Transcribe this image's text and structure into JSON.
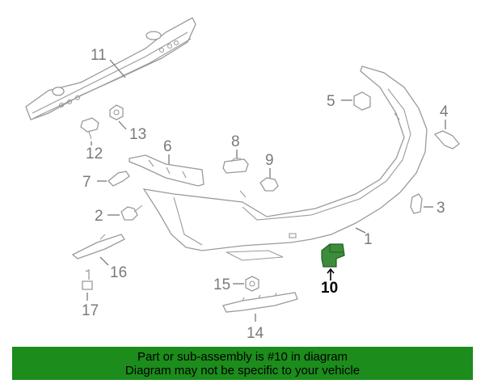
{
  "callouts": {
    "c1": "1",
    "c2": "2",
    "c3": "3",
    "c4": "4",
    "c5": "5",
    "c6": "6",
    "c7": "7",
    "c8": "8",
    "c9": "9",
    "c10": "10",
    "c11": "11",
    "c12": "12",
    "c13": "13",
    "c14": "14",
    "c15": "15",
    "c16": "16",
    "c17": "17"
  },
  "highlight": {
    "part": "10",
    "color": "#3c8c3c"
  },
  "banner": {
    "line1": "Part or sub-assembly is #10 in diagram",
    "line2": "Diagram may not be specific to your vehicle",
    "background": "#1c8c1c"
  }
}
